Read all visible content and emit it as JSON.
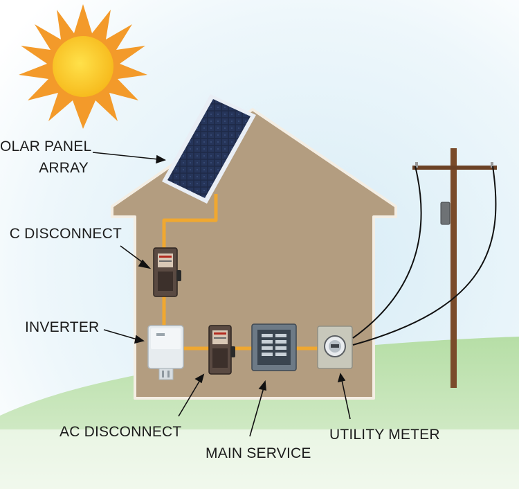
{
  "labels": {
    "solar_line1": "OLAR PANEL",
    "solar_line2": "ARRAY",
    "dc_disconnect": "C DISCONNECT",
    "inverter": "INVERTER",
    "ac_disconnect": "AC DISCONNECT",
    "main_service": "MAIN SERVICE",
    "utility_meter": "UTILITY METER"
  },
  "icons": [
    "sun-icon",
    "solar-panel-icon",
    "disconnect-switch-icon",
    "inverter-icon",
    "breaker-panel-icon",
    "meter-icon",
    "utility-pole-icon"
  ],
  "colors": {
    "sky": "#e3f1f8",
    "grass": "#a9d79a",
    "house": "#b39d80",
    "house_outline": "#f3ede2",
    "wire": "#f0a830",
    "sun": "#f7c21a",
    "sun_rays": "#f39a2a",
    "panel": "#1d2740",
    "pole": "#7a4b2a"
  }
}
